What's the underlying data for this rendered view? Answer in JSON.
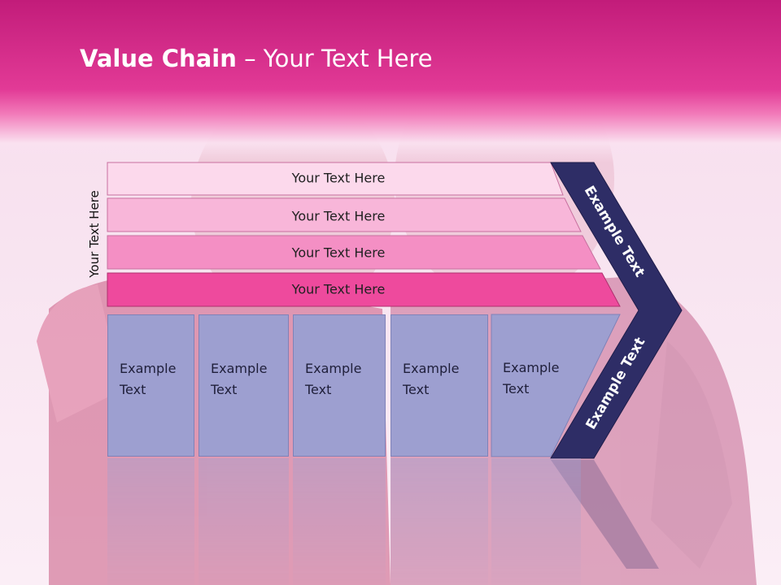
{
  "title": {
    "bold": "Value Chain",
    "rest": " – Your Text Here"
  },
  "side_label": "Your Text Here",
  "bars": [
    {
      "label": "Your Text Here",
      "color": "#fcd9ec"
    },
    {
      "label": "Your Text Here",
      "color": "#f8b6d9"
    },
    {
      "label": "Your Text Here",
      "color": "#f48fc4"
    },
    {
      "label": "Your Text Here",
      "color": "#ee4a9d"
    }
  ],
  "boxes": [
    {
      "line1": "Example",
      "line2": "Text"
    },
    {
      "line1": "Example",
      "line2": "Text"
    },
    {
      "line1": "Example",
      "line2": "Text"
    },
    {
      "line1": "Example",
      "line2": "Text"
    },
    {
      "line1": "Example",
      "line2": "Text"
    }
  ],
  "chevron": {
    "top_label": "Example Text",
    "bottom_label": "Example Text",
    "color": "#2e2d66"
  },
  "colors": {
    "header": "#d62c8a",
    "box": "#9d9fd0"
  }
}
